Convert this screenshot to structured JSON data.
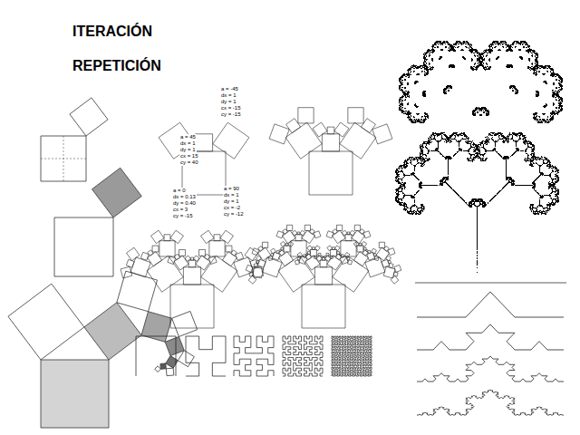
{
  "diagram": {
    "title": "ITERACIÓN REPETICIÓN",
    "labels": [
      "a = -45",
      "dx = 1",
      "dy = 1",
      "cx = -15",
      "cy = -15",
      "a = 45",
      "dx = 1",
      "dy = 1",
      "cx = 15",
      "cy = 40",
      "a = 0",
      "dx = 0.13",
      "dy = 0.40",
      "cx = 3",
      "cy = -15",
      "a = 90",
      "dx = 1",
      "dy = 1",
      "cx = -2",
      "cy = -12"
    ]
  }
}
